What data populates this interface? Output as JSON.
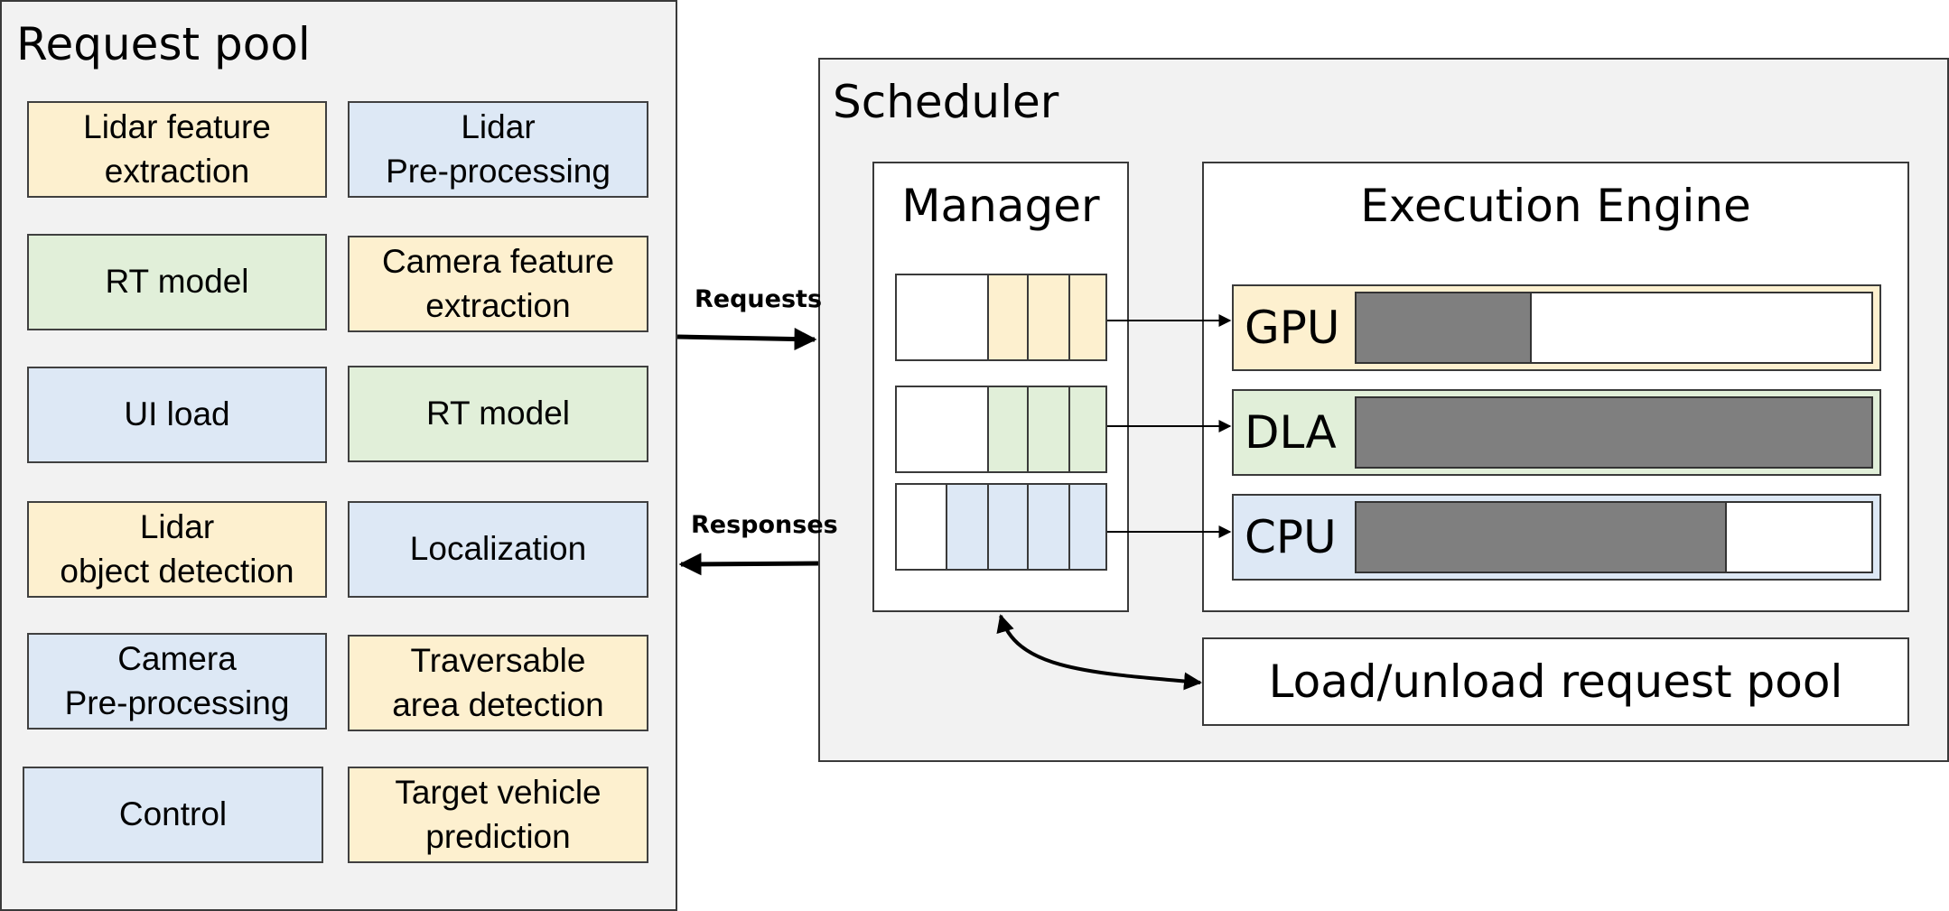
{
  "request_pool": {
    "title": "Request pool",
    "tasks": [
      {
        "label": "Lidar feature\nextraction",
        "color": "#fdf0cf"
      },
      {
        "label": "Lidar\nPre-processing",
        "color": "#dde8f5"
      },
      {
        "label": "RT model",
        "color": "#e1efd9"
      },
      {
        "label": "Camera feature\nextraction",
        "color": "#fdf0cf"
      },
      {
        "label": "UI load",
        "color": "#dde8f5"
      },
      {
        "label": "RT model",
        "color": "#e1efd9"
      },
      {
        "label": "Lidar\nobject detection",
        "color": "#fdf0cf"
      },
      {
        "label": "Localization",
        "color": "#dde8f5"
      },
      {
        "label": "Camera\nPre-processing",
        "color": "#dde8f5"
      },
      {
        "label": "Traversable\narea detection",
        "color": "#fdf0cf"
      },
      {
        "label": "Control",
        "color": "#dde8f5"
      },
      {
        "label": "Target vehicle\nprediction",
        "color": "#fdf0cf"
      }
    ]
  },
  "arrows": {
    "requests": "Requests",
    "responses": "Responses"
  },
  "scheduler": {
    "title": "Scheduler",
    "manager": {
      "title": "Manager",
      "queues": [
        {
          "filled_slots": 3,
          "color": "#fdf0cf"
        },
        {
          "filled_slots": 3,
          "color": "#e1efd9"
        },
        {
          "filled_slots": 4,
          "color": "#dde8f5"
        }
      ]
    },
    "execution_engine": {
      "title": "Execution Engine",
      "units": [
        {
          "label": "GPU",
          "utilization": 0.34,
          "color": "#fdf0cf"
        },
        {
          "label": "DLA",
          "utilization": 1.0,
          "color": "#e1efd9"
        },
        {
          "label": "CPU",
          "utilization": 0.72,
          "color": "#dde8f5"
        }
      ]
    },
    "load_unload": "Load/unload request pool"
  }
}
